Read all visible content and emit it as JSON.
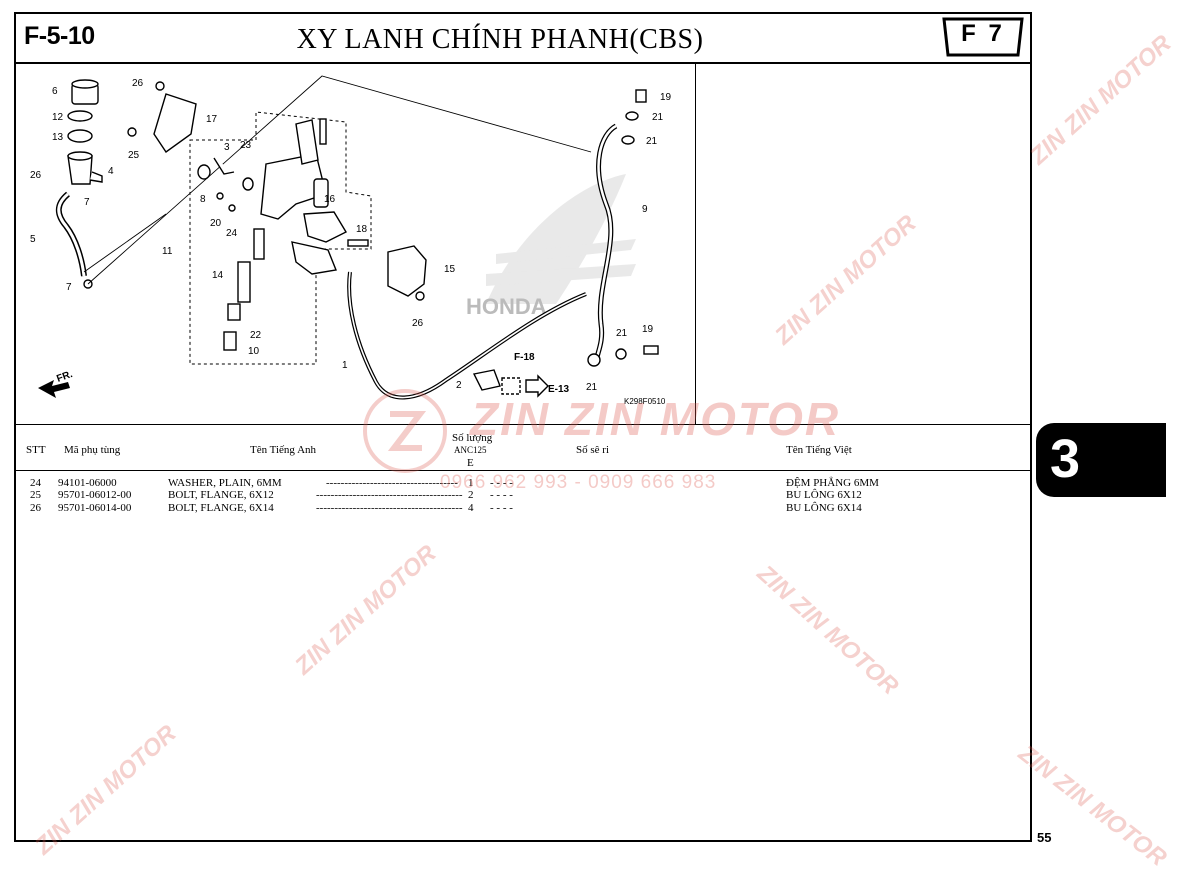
{
  "header": {
    "code": "F-5-10",
    "title": "XY LANH CHÍNH PHANH(CBS)",
    "badge": "F 7"
  },
  "diagram": {
    "callouts": [
      "1",
      "2",
      "3",
      "4",
      "5",
      "6",
      "7",
      "7",
      "8",
      "9",
      "10",
      "11",
      "12",
      "13",
      "14",
      "15",
      "16",
      "17",
      "18",
      "19",
      "19",
      "20",
      "21",
      "21",
      "21",
      "21",
      "22",
      "23",
      "24",
      "25",
      "26",
      "26",
      "26"
    ],
    "refs": {
      "f18": "F-18",
      "e13": "E-13"
    },
    "direction_label": "FR.",
    "figure_code": "K298F0510",
    "brand": "HONDA"
  },
  "table": {
    "headers": {
      "stt": "STT",
      "part_no": "Mã phụ tùng",
      "english": "Tên Tiếng Anh",
      "qty": "Số lượng",
      "model": "ANC125",
      "model_sub": "E",
      "serial": "Số sê ri",
      "vietnamese": "Tên Tiếng Việt"
    },
    "rows": [
      {
        "stt": "24",
        "part_no": "94101-06000",
        "english": "WASHER, PLAIN, 6MM",
        "dashes": "------------------------------------",
        "qty": "1",
        "serial": "-   -   -   -",
        "vietnamese": "ĐỆM PHẲNG 6MM"
      },
      {
        "stt": "25",
        "part_no": "95701-06012-00",
        "english": "BOLT, FLANGE, 6X12",
        "dashes": "----------------------------------------",
        "qty": "2",
        "serial": "-   -   -   -",
        "vietnamese": "BU LÔNG 6X12"
      },
      {
        "stt": "26",
        "part_no": "95701-06014-00",
        "english": "BOLT, FLANGE, 6X14",
        "dashes": "----------------------------------------",
        "qty": "4",
        "serial": "-   -   -   -",
        "vietnamese": "BU LÔNG 6X14"
      }
    ]
  },
  "side_tab": "3",
  "page_number": "55",
  "watermark": {
    "brand": "ZIN ZIN MOTOR",
    "phones": "0966 962 993 - 0909 666 983"
  },
  "colors": {
    "watermark": "#dc5a50",
    "ink": "#000000"
  }
}
